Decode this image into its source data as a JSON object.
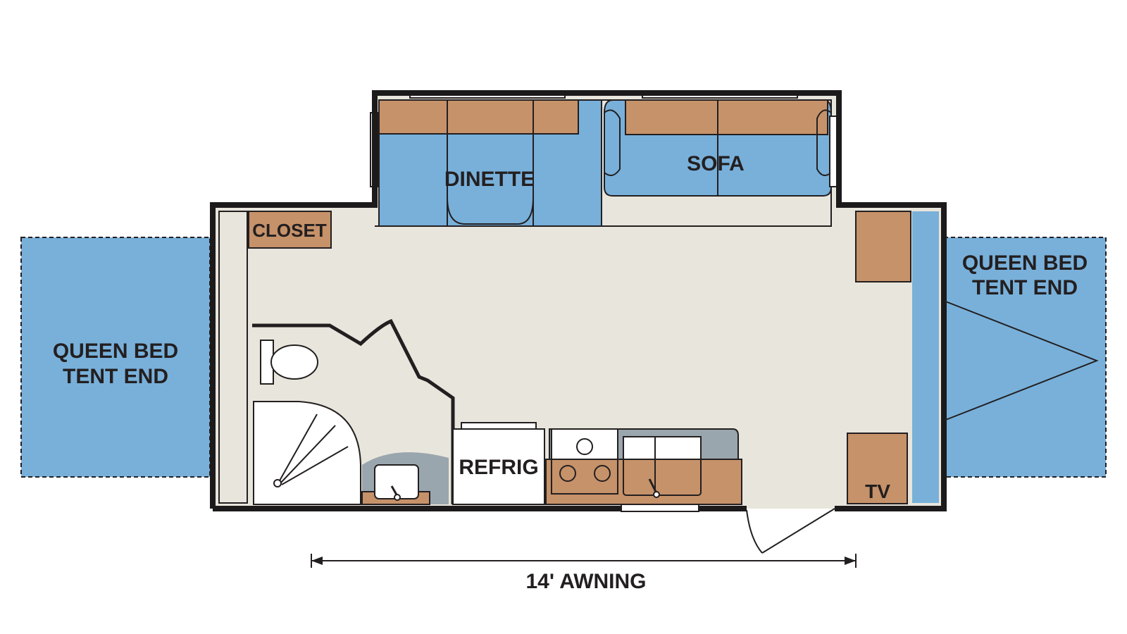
{
  "colors": {
    "tent_blue": "#78b0da",
    "floor": "#e8e5dc",
    "wood": "#c6926a",
    "gray": "#9aa6ad",
    "wall": "#1c1a1b",
    "white": "#ffffff"
  },
  "labels": {
    "left_tent_line1": "QUEEN BED",
    "left_tent_line2": "TENT END",
    "right_tent_line1": "QUEEN BED",
    "right_tent_line2": "TENT END",
    "closet": "CLOSET",
    "dinette": "DINETTE",
    "sofa": "SOFA",
    "refrig": "REFRIG",
    "tv": "TV",
    "awning": "14' AWNING"
  }
}
